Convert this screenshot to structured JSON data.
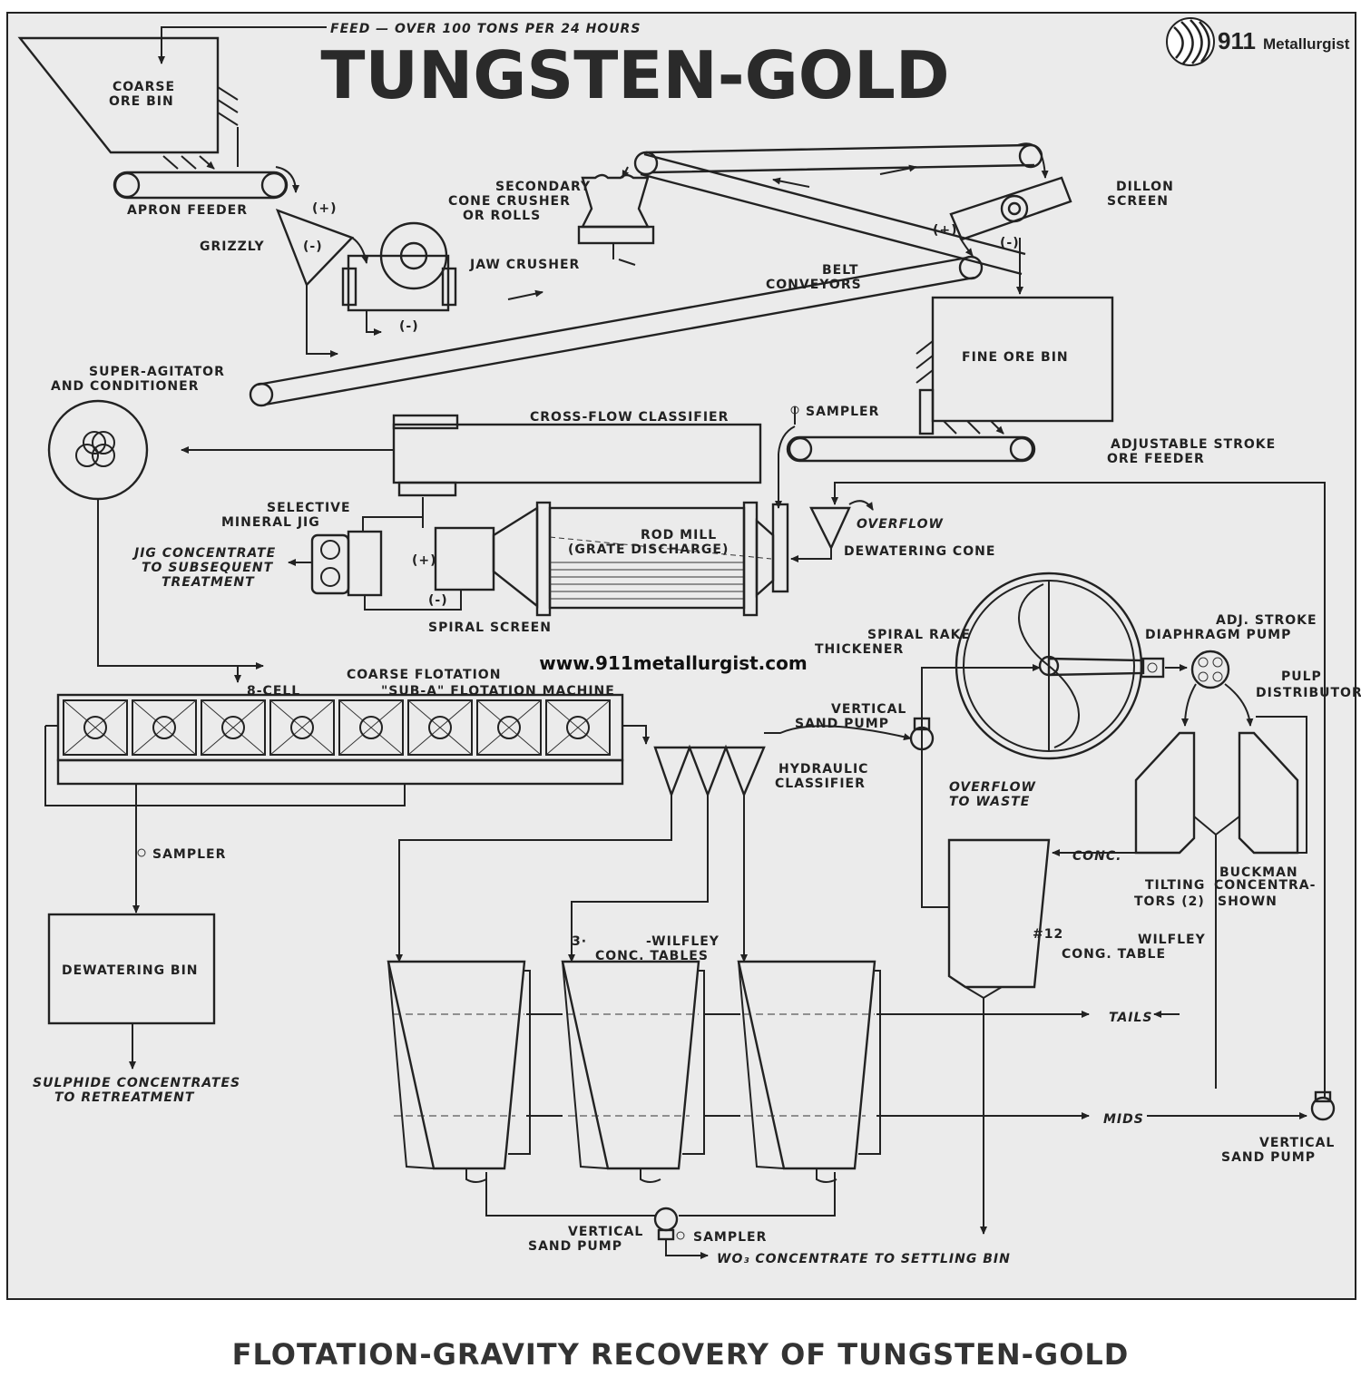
{
  "title": "TUNGSTEN-GOLD",
  "caption": "FLOTATION-GRAVITY RECOVERY OF TUNGSTEN-GOLD",
  "feed_note": "FEED — OVER 100 TONS PER 24 HOURS",
  "website": "www.911metallurgist.com",
  "logo": {
    "number": "911",
    "word": "Metallurgist",
    "icon": "globe-icon"
  },
  "labels": {
    "coarse_ore_bin_1": "COARSE",
    "coarse_ore_bin_2": "ORE BIN",
    "apron_feeder": "APRON FEEDER",
    "grizzly": "GRIZZLY",
    "jaw_crusher": "JAW CRUSHER",
    "secondary_1": "SECONDARY",
    "secondary_2": "CONE CRUSHER",
    "secondary_3": "OR ROLLS",
    "dillon_1": "DILLON",
    "dillon_2": "SCREEN",
    "belt_1": "BELT",
    "belt_2": "CONVEYORS",
    "fine_ore_bin": "FINE ORE BIN",
    "super_agitator_1": "SUPER-AGITATOR",
    "super_agitator_2": "AND CONDITIONER",
    "cross_flow": "CROSS-FLOW CLASSIFIER",
    "sampler": "SAMPLER",
    "adj_feeder_1": "ADJUSTABLE STROKE",
    "adj_feeder_2": "ORE FEEDER",
    "selective_jig_1": "SELECTIVE",
    "selective_jig_2": "MINERAL JIG",
    "rod_mill_1": "ROD MILL",
    "rod_mill_2": "(GRATE DISCHARGE)",
    "overflow": "OVERFLOW",
    "dewatering_cone": "DEWATERING CONE",
    "jig_conc_1": "JIG CONCENTRATE",
    "jig_conc_2": "TO SUBSEQUENT",
    "jig_conc_3": "TREATMENT",
    "spiral_screen": "SPIRAL SCREEN",
    "spiral_rake_1": "SPIRAL RAKE",
    "spiral_rake_2": "THICKENER",
    "adj_pump_1": "ADJ. STROKE",
    "adj_pump_2": "DIAPHRAGM PUMP",
    "pulp_1": "PULP",
    "pulp_2": "DISTRIBUTOR",
    "coarse_flot": "COARSE  FLOTATION",
    "eight_cell": "8-CELL",
    "sub_a": "\"SUB-A\" FLOTATION MACHINE",
    "vert_sand_1": "VERTICAL",
    "vert_sand_2": "SAND PUMP",
    "hydraulic_1": "HYDRAULIC",
    "hydraulic_2": "CLASSIFIER",
    "overflow_waste_1": "OVERFLOW",
    "overflow_waste_2": "TO WASTE",
    "conc": "CONC.",
    "buckman_1": "BUCKMAN",
    "tilting": "TILTING",
    "concentra": "CONCENTRA-",
    "tors": "TORS (2)",
    "shown": "SHOWN",
    "wilfley_r1": "WILFLEY",
    "wilfley_r2": "CONG. TABLE",
    "num12": "#12",
    "three_tables_1": "3·",
    "three_tables_2": "-WILFLEY",
    "three_tables_3": "CONC. TABLES",
    "tails": "TAILS",
    "mids": "MIDS",
    "dewatering_bin": "DEWATERING BIN",
    "sulphide_1": "SULPHIDE  CONCENTRATES",
    "sulphide_2": "TO RETREATMENT",
    "wo3": "WO₃  CONCENTRATE TO SETTLING BIN",
    "plus": "(+)",
    "minus": "(-)"
  }
}
